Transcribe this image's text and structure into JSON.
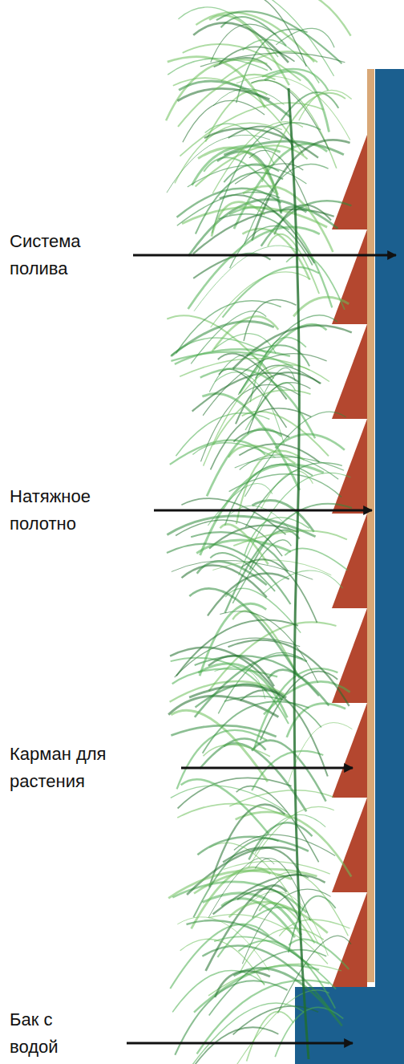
{
  "diagram": {
    "labels": [
      "Система полива",
      "Натяжное полотно",
      "Карман для растения",
      "Бак с водой"
    ]
  }
}
